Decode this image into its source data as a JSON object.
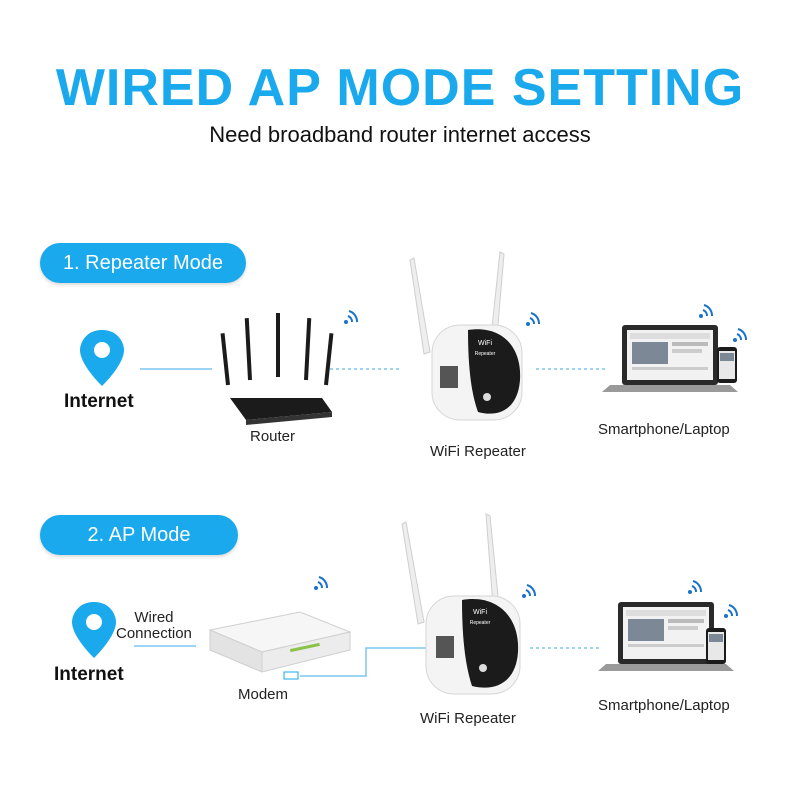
{
  "header": {
    "title": "WIRED AP MODE SETTING",
    "subtitle": "Need broadband router internet access"
  },
  "colors": {
    "accent": "#1aa9ec",
    "wifi": "#1a73c9",
    "device_dark": "#1b1b1b",
    "device_white": "#f4f4f4"
  },
  "sections": [
    {
      "mode_label": "1. Repeater Mode",
      "source_label": "Internet",
      "devices": [
        {
          "label": "Router",
          "icon": "router-icon"
        },
        {
          "label": "WiFi Repeater",
          "icon": "wifi-repeater-icon"
        },
        {
          "label": "Smartphone/Laptop",
          "icon": "laptop-phone-icon"
        }
      ]
    },
    {
      "mode_label": "2. AP Mode",
      "source_label": "Internet",
      "connection_label_top": "Wired",
      "connection_label_bottom": "Connection",
      "devices": [
        {
          "label": "Modem",
          "icon": "modem-icon"
        },
        {
          "label": "WiFi Repeater",
          "icon": "wifi-repeater-icon"
        },
        {
          "label": "Smartphone/Laptop",
          "icon": "laptop-phone-icon"
        }
      ]
    }
  ],
  "repeater_face": {
    "line1": "WiFi",
    "line2": "Repeater"
  }
}
